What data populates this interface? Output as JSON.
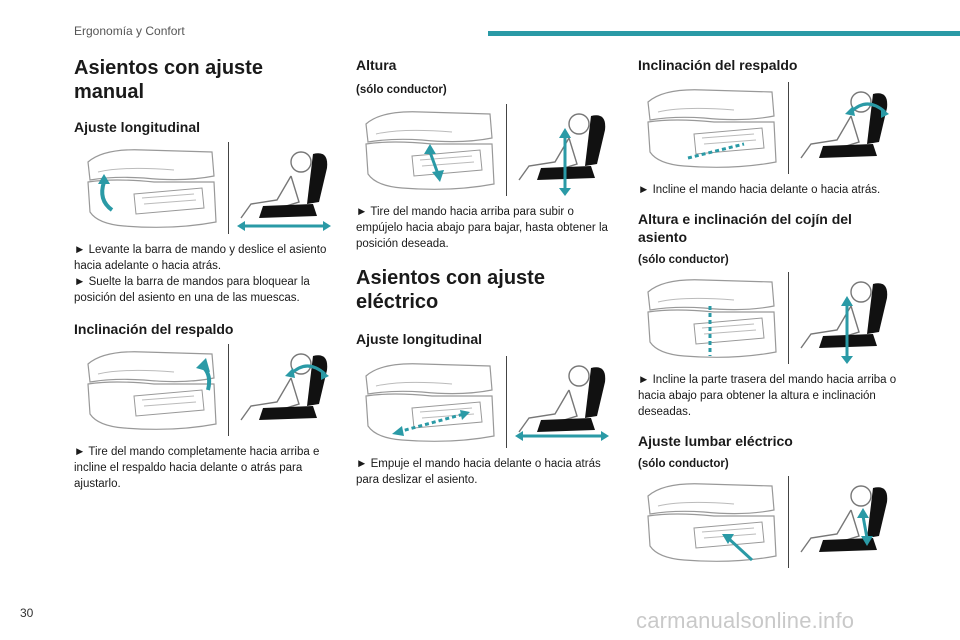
{
  "header": {
    "section": "Ergonomía y Confort"
  },
  "page_number": "30",
  "watermark": "carmanualsonline.info",
  "colors": {
    "accent": "#2a9aa6",
    "figure_gray": "#aab2b2"
  },
  "col1": {
    "title": "Asientos con ajuste manual",
    "long_heading": "Ajuste longitudinal",
    "long_text1": "► Levante la barra de mando y deslice el asiento hacia adelante o hacia atrás.",
    "long_text2": "► Suelte la barra de mandos para bloquear la posición del asiento en una de las muescas.",
    "recline_heading": "Inclinación del respaldo",
    "recline_text": "► Tire del mando completamente hacia arriba e incline el respaldo hacia delante o atrás para ajustarlo."
  },
  "col2": {
    "height_heading": "Altura",
    "height_note": "(sólo conductor)",
    "height_text": "► Tire del mando hacia arriba para subir o empújelo hacia abajo para bajar, hasta obtener la posición deseada.",
    "electric_title": "Asientos con ajuste eléctrico",
    "elong_heading": "Ajuste longitudinal",
    "elong_text": "► Empuje el mando hacia delante o hacia atrás para deslizar el asiento."
  },
  "col3": {
    "recline_heading": "Inclinación del respaldo",
    "recline_text": "► Incline el mando hacia delante o hacia atrás.",
    "cushion_heading": "Altura e inclinación del cojín del asiento",
    "cushion_note": "(sólo conductor)",
    "cushion_text": "► Incline la parte trasera del mando hacia arriba o hacia abajo para obtener la altura e inclinación deseadas.",
    "lumbar_heading": "Ajuste lumbar eléctrico",
    "lumbar_note": "(sólo conductor)"
  }
}
